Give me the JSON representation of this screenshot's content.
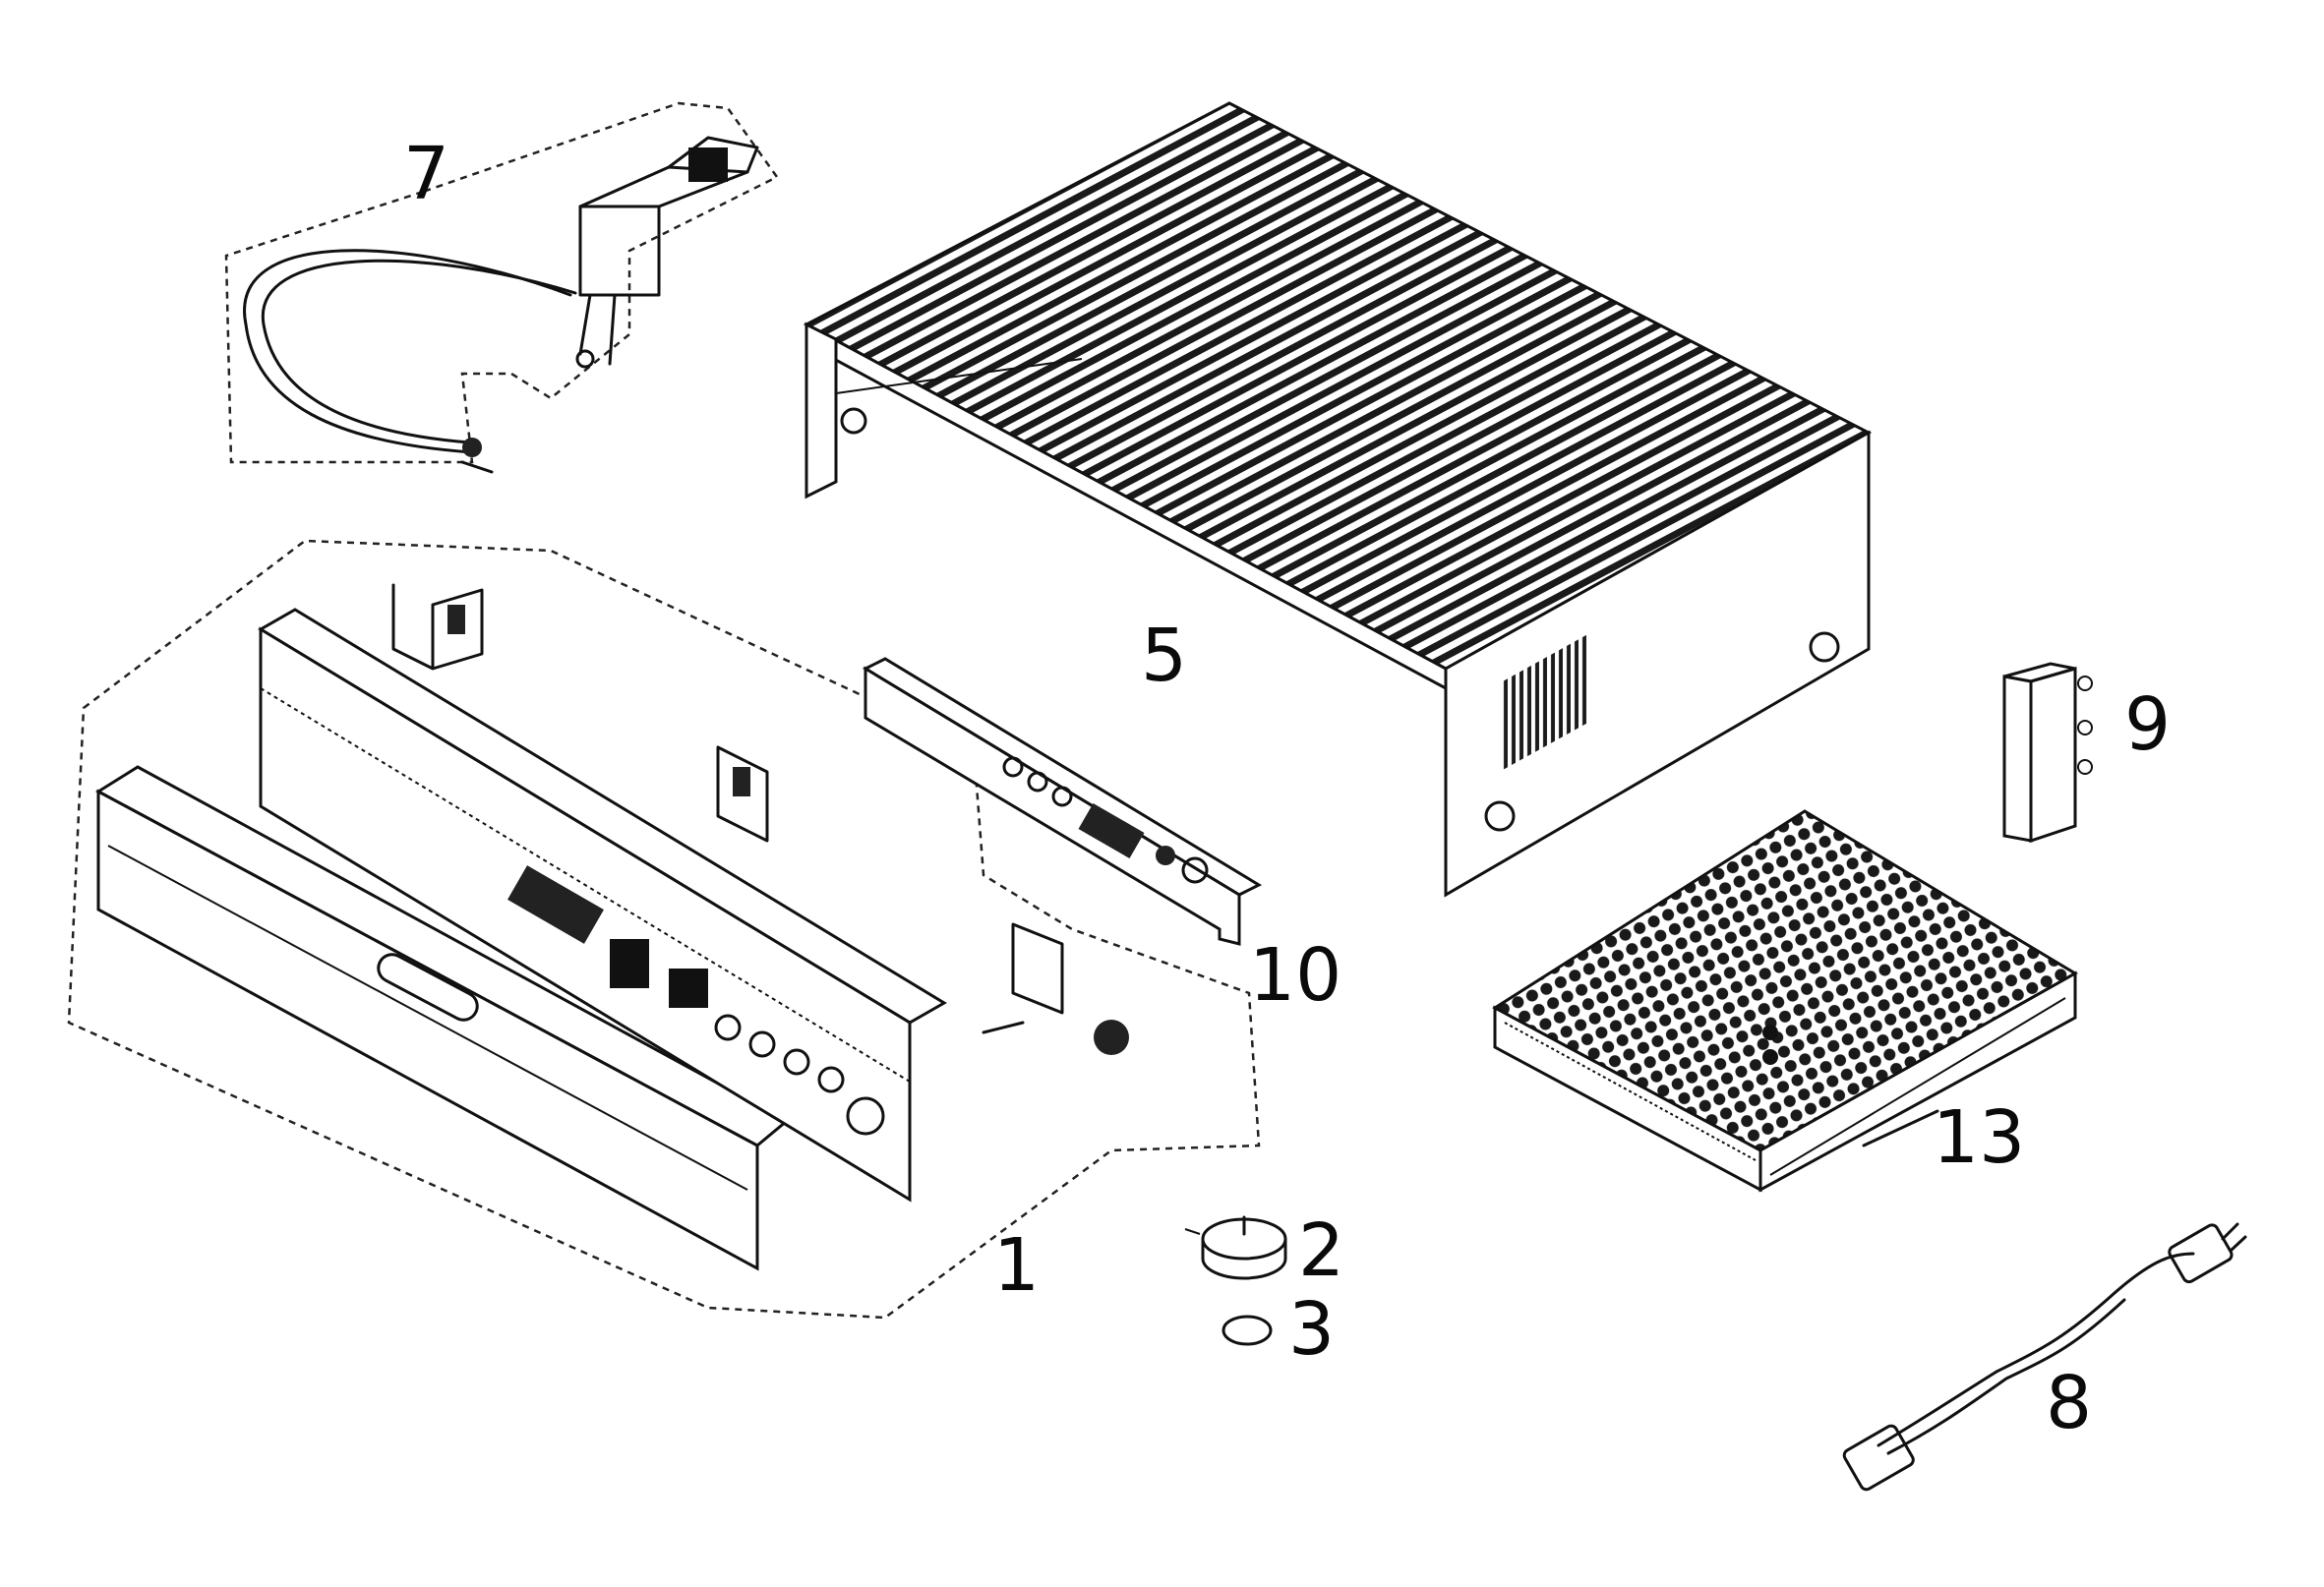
{
  "labels": {
    "l1": "1",
    "l2": "2",
    "l3": "3",
    "l5": "5",
    "l7": "7",
    "l8": "8",
    "l9": "9",
    "l10": "10",
    "l13": "13"
  }
}
